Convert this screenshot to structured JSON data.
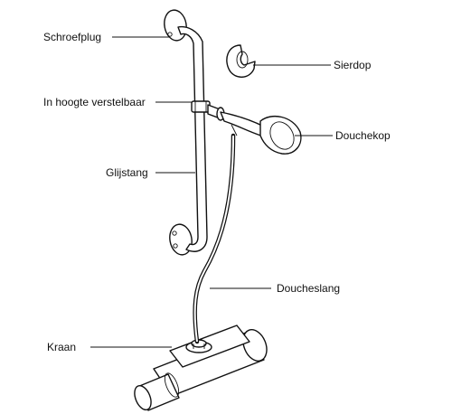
{
  "labels": {
    "schroefplug": "Schroefplug",
    "sierdop": "Sierdop",
    "in_hoogte_verstelbaar": "In hoogte verstelbaar",
    "douchekop": "Douchekop",
    "glijstang": "Glijstang",
    "doucheslang": "Doucheslang",
    "kraan": "Kraan"
  }
}
